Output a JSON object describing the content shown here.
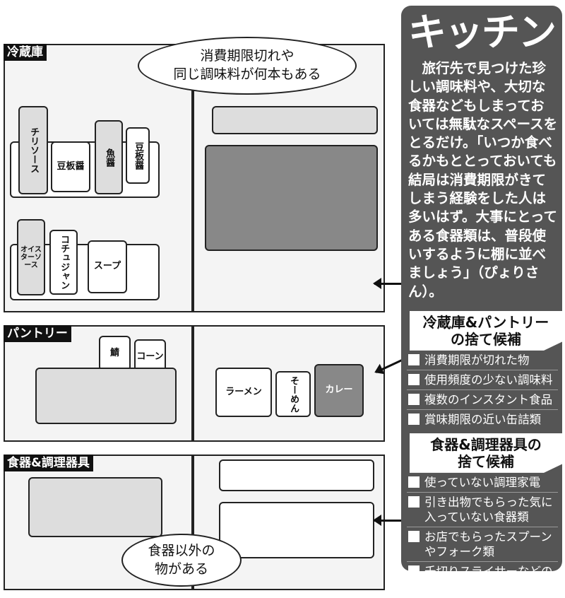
{
  "sidebar": {
    "title": "キッチン",
    "body": "旅行先で見つけた珍しい調味料や、大切な食器などもしまっておいては無駄なスペースをとるだけ。「いつか食べるかもととっておいても結局は消費期限がきてしまう経験をした人は多いはず。大事にとってある食器類は、普段使いするように棚に並べましょう」（ぴょりさん）。",
    "section1": {
      "heading_line1": "冷蔵庫&パントリー",
      "heading_line2": "の捨て候補",
      "items": [
        "消費期限が切れた物",
        "使用頻度の少ない調味料",
        "複数のインスタント食品",
        "賞味期限の近い缶詰類"
      ]
    },
    "section2": {
      "heading_line1": "食器&調理器具の",
      "heading_line2": "捨て候補",
      "items": [
        "使っていない調理家電",
        "引き出物でもらった気に入っていない食器類",
        "お店でもらったスプーンやフォーク類",
        "千切りスライサーなどの便利グッズ"
      ]
    }
  },
  "panels": {
    "fridge": {
      "label": "冷蔵庫",
      "bubble_line1": "消費期限切れや",
      "bubble_line2": "同じ調味料が何本もある",
      "bottle_labels": [
        "チリソース",
        "豆板醤",
        "魚醤",
        "豆板醤",
        "オイスターソース",
        "コチュジャン",
        "スープ"
      ]
    },
    "pantry": {
      "label": "パントリー",
      "item_labels": [
        "鯖",
        "コーン",
        "ラーメン",
        "そーめん",
        "カレー"
      ]
    },
    "tableware": {
      "label": "食器&調理器具",
      "bubble_line1": "食器以外の",
      "bubble_line2": "物がある"
    }
  }
}
